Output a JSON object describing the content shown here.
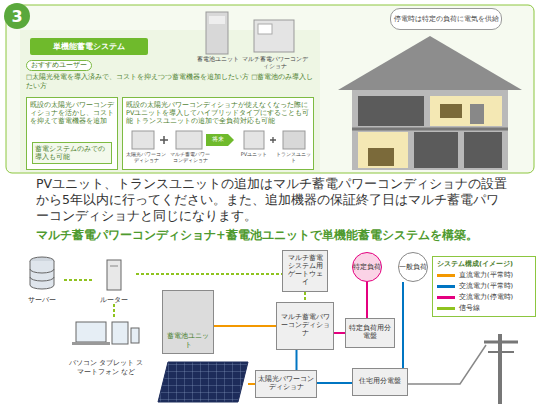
{
  "diagram": {
    "nodes": [
      {
        "text": [
          "3"
        ]
      },
      {
        "text": [
          "単機能蓄電システム"
        ]
      },
      {
        "text": [
          "おすすめユーザー",
          "□太陽光発電を導入済みで、コストを抑えつつ蓄電機器を追加したい方 □蓄電池のみ導入したい方"
        ]
      },
      {
        "text": [
          "既設の太陽光パワーコンディショナを活かし、コストを抑えて蓄電機器を追加"
        ]
      },
      {
        "text": [
          "蓄電システムのみでの導入も可能"
        ],
        "in": 3
      },
      {
        "text": [
          "既設の太陽光パワーコンディショナが使えなくなった際にPVユニットを導入してハイブリッドタイプにすることも可能 トランスユニットの追加で全負荷対応も可能"
        ]
      },
      {
        "text": [
          "停電時は特定の負荷に電気を供給"
        ]
      },
      {
        "text": [
          "サーバー"
        ]
      },
      {
        "text": [
          "ルーター"
        ]
      },
      {
        "text": [
          "パソコン タブレット スマートフォン など"
        ]
      },
      {
        "text": [
          "蓄電池ユニット"
        ]
      },
      {
        "text": [
          "マルチ蓄電パワーコンディショナ"
        ]
      },
      {
        "text": [
          "マルチ蓄電システム用 ゲートウェイ"
        ]
      },
      {
        "text": [
          "特定負荷"
        ]
      },
      {
        "text": [
          "一般負荷"
        ]
      },
      {
        "text": [
          "特定負荷用分電盤"
        ]
      },
      {
        "text": [
          "太陽光パワーコンディショナ"
        ]
      },
      {
        "text": [
          "住宅用分電盤"
        ]
      }
    ],
    "edges": [
      {
        "from": 7,
        "to": 8,
        "arrow": "none"
      },
      {
        "from": 8,
        "to": 9,
        "arrow": "none"
      },
      {
        "from": 8,
        "to": 12,
        "arrow": "none"
      },
      {
        "from": 12,
        "to": 11,
        "arrow": "none"
      },
      {
        "from": 10,
        "to": 11,
        "arrow": "none"
      },
      {
        "from": 11,
        "to": 15,
        "arrow": "none"
      },
      {
        "from": 15,
        "to": 13,
        "arrow": "none"
      },
      {
        "from": 16,
        "to": 11,
        "arrow": "none"
      },
      {
        "from": 16,
        "to": 17,
        "arrow": "none"
      },
      {
        "from": 17,
        "to": 14,
        "arrow": "none"
      }
    ],
    "labels": [
      "蓄電池ユニット",
      "マルチ蓄電パワーコンディショナ",
      "太陽光パワーコンディショナ",
      "マルチ蓄電パワーコンディショナ",
      "将来",
      "PVユニット",
      "トランスユニット",
      "PVユニット、トランスユニットの追加はマルチ蓄電パワーコンディショナの設置から5年以内に行ってください。また、追加機器の保証終了日はマルチ蓄電パワーコンディショナと同じになります。",
      "マルチ蓄電パワーコンディショナ+蓄電池ユニットで単機能蓄電システムを構築。",
      "システム構成(イメージ)"
    ],
    "legend": [
      {
        "text": "直流電力(平常時)",
        "color": "#f39800"
      },
      {
        "text": "交流電力(平常時)",
        "color": "#0075c2"
      },
      {
        "text": "交流電力(停電時)",
        "color": "#e4007f"
      },
      {
        "text": "信号線",
        "color": "#8fc31f"
      }
    ]
  }
}
